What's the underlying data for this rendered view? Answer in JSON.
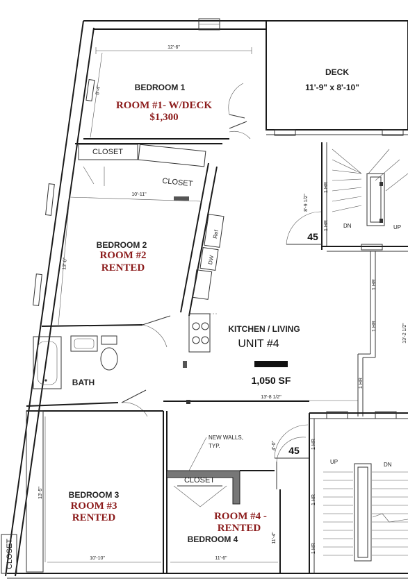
{
  "rooms": {
    "bedroom1": "BEDROOM 1",
    "bedroom2": "BEDROOM 2",
    "bedroom3": "BEDROOM 3",
    "bedroom4": "BEDROOM 4",
    "deck": "DECK",
    "deck_size": "11'-9\" x 8'-10\"",
    "kitchen": "KITCHEN / LIVING",
    "unit": "UNIT #4",
    "area": "1,050 SF",
    "bath": "BATH",
    "closet": "CLOSET",
    "closet_vertical": "CLOSET",
    "ref": "Ref",
    "dw": "DW",
    "new_walls": "NEW WALLS,",
    "typ": "TYP."
  },
  "annotations": {
    "room1_line1": "ROOM #1- W/DECK",
    "room1_line2": "$1,300",
    "room2_line1": "ROOM #2",
    "room2_line2": "RENTED",
    "room3_line1": "ROOM #3",
    "room3_line2": "RENTED",
    "room4_line1": "ROOM #4 -",
    "room4_line2": "RENTED"
  },
  "dimensions": {
    "d_12_6": "12'-6\"",
    "d_8_4": "8'-4\"",
    "d_10_11": "10'-11\"",
    "d_13_0": "13'-0\"",
    "d_13_8": "13'-8 1/2\"",
    "d_13_5": "13'-5\"",
    "d_10_10": "10'-10\"",
    "d_11_6": "11'-6\"",
    "d_11_4": "11'-4\"",
    "d_8_9": "8'-9 1/2\"",
    "d_4_0": "4'-0\"",
    "d_13_2": "13'-2 1/2\""
  },
  "stairs": {
    "fire_rating": "1 HR",
    "dn": "DN",
    "up": "UP",
    "room_no": "45"
  }
}
